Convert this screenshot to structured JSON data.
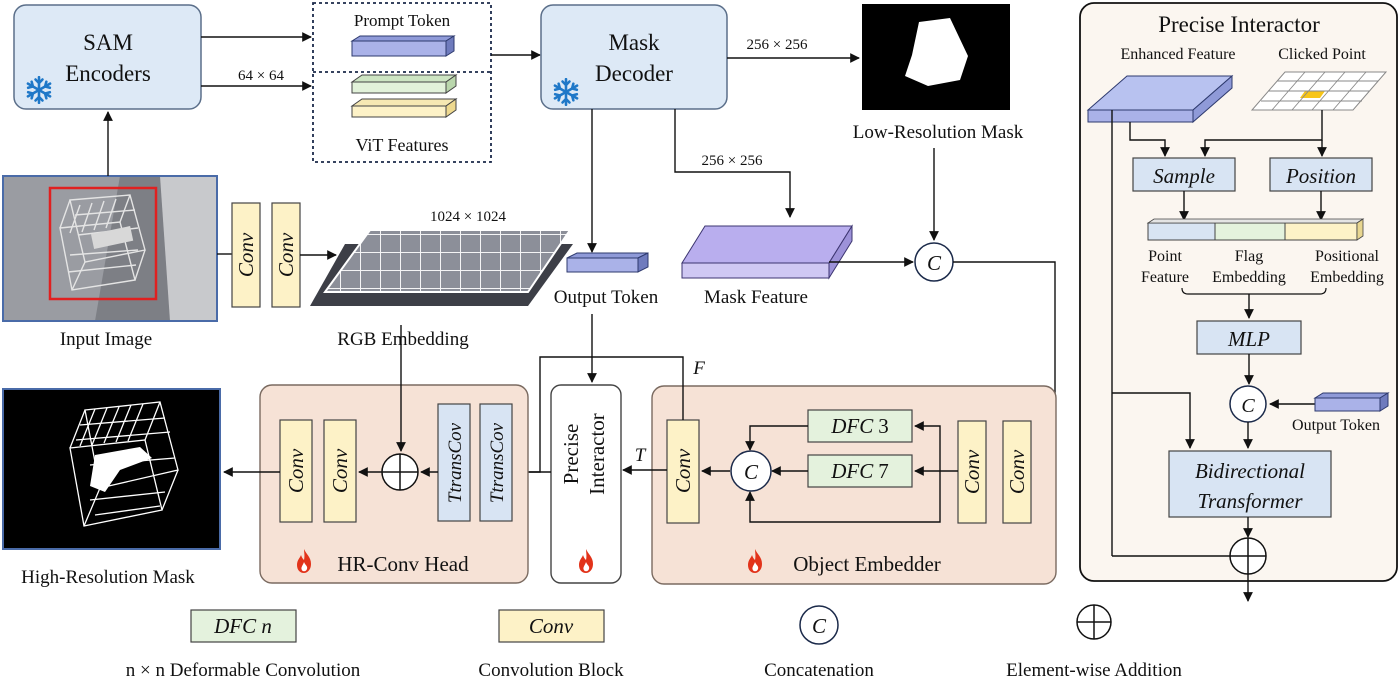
{
  "encoders": {
    "line1": "SAM",
    "line2": "Encoders"
  },
  "prompt_token": "Prompt Token",
  "vit_features": "ViT Features",
  "dim_64": "64 × 64",
  "mask_decoder": {
    "line1": "Mask",
    "line2": "Decoder"
  },
  "dim_256_top": "256 × 256",
  "dim_256_mid": "256 × 256",
  "dim_1024": "1024 × 1024",
  "low_res_mask": "Low-Resolution Mask",
  "input_image": "Input Image",
  "rgb_embedding": "RGB Embedding",
  "output_token": "Output Token",
  "mask_feature": "Mask Feature",
  "conv": "Conv",
  "trans_conv": "TtransCov",
  "dfc3": {
    "name": "DFC",
    "num": "3"
  },
  "dfc7": {
    "name": "DFC",
    "num": "7"
  },
  "concat_symbol": "C",
  "letter_f": "F",
  "letter_t": "T",
  "precise_interactor_box": {
    "line1": "Precise",
    "line2": "Interactor"
  },
  "hr_conv_head": "HR-Conv Head",
  "object_embedder": "Object Embedder",
  "high_res_mask": "High-Resolution Mask",
  "panel": {
    "title": "Precise Interactor",
    "enhanced_feature": "Enhanced Feature",
    "clicked_point": "Clicked Point",
    "sample": "Sample",
    "position": "Position",
    "point_feature": {
      "line1": "Point",
      "line2": "Feature"
    },
    "flag_embedding": {
      "line1": "Flag",
      "line2": "Embedding"
    },
    "positional_embedding": {
      "line1": "Positional",
      "line2": "Embedding"
    },
    "mlp": "MLP",
    "output_token": "Output Token",
    "bidirectional": {
      "line1": "Bidirectional",
      "line2": "Transformer"
    }
  },
  "legend": {
    "dfc_label": "DFC n",
    "dfc_desc": "n × n Deformable Convolution",
    "conv_label": "Conv",
    "conv_desc": "Convolution Block",
    "concat_symbol": "C",
    "concat_desc": "Concatenation",
    "add_desc": "Element-wise Addition"
  },
  "colors": {
    "frozen_box": "#dde9f6",
    "conv_yellow": "#fdf2c7",
    "dfc_green": "#e4f2dd",
    "trans_blue": "#d8e4f3",
    "purple_token": "#aab2e8",
    "mask_feature": "#cfc8f3",
    "module_peach": "#f6e2d6",
    "panel_bg": "#fbf6f0",
    "flame": "#e2331a",
    "snowflake": "#1f78c8"
  }
}
